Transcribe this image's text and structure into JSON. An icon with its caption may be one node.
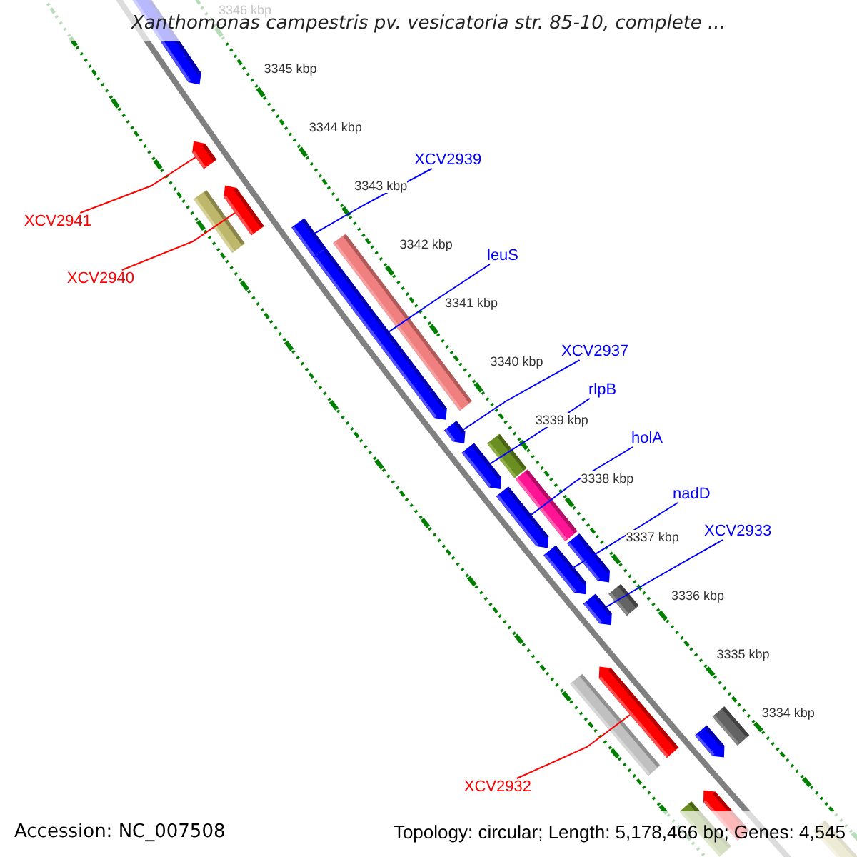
{
  "diagram": {
    "title": "Xanthomonas campestris pv. vesicatoria str. 85-10, complete ...",
    "nodes": [
      {
        "text": [
          "XCV2939"
        ]
      },
      {
        "text": [
          "XCV2941"
        ]
      },
      {
        "text": [
          "leuS"
        ]
      },
      {
        "text": [
          "XCV2940"
        ]
      },
      {
        "text": [
          "XCV2937"
        ]
      },
      {
        "text": [
          "rlpB"
        ]
      },
      {
        "text": [
          "holA"
        ]
      },
      {
        "text": [
          "nadD"
        ]
      },
      {
        "text": [
          "XCV2933"
        ]
      },
      {
        "text": [
          "XCV2932"
        ]
      },
      {
        "text": [],
        "shape": "arrow"
      },
      {
        "text": [],
        "shape": "arrow"
      },
      {
        "text": [],
        "shape": "bar"
      },
      {
        "text": [],
        "shape": "arrow"
      },
      {
        "text": [],
        "shape": "bar"
      },
      {
        "text": [],
        "shape": "arrow"
      },
      {
        "text": [],
        "shape": "bar"
      },
      {
        "text": [],
        "shape": "arrow"
      },
      {
        "text": [],
        "shape": "arrow"
      },
      {
        "text": [],
        "shape": "bar"
      },
      {
        "text": [],
        "shape": "bar"
      },
      {
        "text": [],
        "shape": "arrow"
      },
      {
        "text": [],
        "shape": "arrow"
      },
      {
        "text": [],
        "shape": "arrow"
      },
      {
        "text": [],
        "shape": "arrow"
      },
      {
        "text": [],
        "shape": "bar"
      },
      {
        "text": [],
        "shape": "bar"
      },
      {
        "text": [],
        "shape": "arrow"
      },
      {
        "text": [],
        "shape": "bar"
      },
      {
        "text": [],
        "shape": "arrow"
      },
      {
        "text": [],
        "shape": "bar"
      },
      {
        "text": [],
        "shape": "arrow"
      },
      {
        "text": [],
        "shape": "bar"
      }
    ],
    "edges": [
      {
        "from": 0,
        "to": 14,
        "arrow": "none"
      },
      {
        "from": 1,
        "to": 11,
        "arrow": "none",
        "color": "#ff0000"
      },
      {
        "from": 2,
        "to": 15,
        "arrow": "none"
      },
      {
        "from": 3,
        "to": 13,
        "arrow": "none",
        "color": "#ff0000"
      },
      {
        "from": 4,
        "to": 17,
        "arrow": "none"
      },
      {
        "from": 5,
        "to": 18,
        "arrow": "none"
      },
      {
        "from": 6,
        "to": 21,
        "arrow": "none"
      },
      {
        "from": 7,
        "to": 22,
        "arrow": "none"
      },
      {
        "from": 8,
        "to": 24,
        "arrow": "none"
      },
      {
        "from": 9,
        "to": 27,
        "arrow": "none",
        "color": "#ff0000"
      }
    ],
    "labels": [
      "3346 kbp",
      "3345 kbp",
      "3344 kbp",
      "3343 kbp",
      "3342 kbp",
      "3341 kbp",
      "3340 kbp",
      "3339 kbp",
      "3338 kbp",
      "3337 kbp",
      "3336 kbp",
      "3335 kbp",
      "3334 kbp",
      "Accession: NC_007508",
      "Topology: circular; Length: 5,178,466 bp; Genes: 4,545"
    ]
  }
}
